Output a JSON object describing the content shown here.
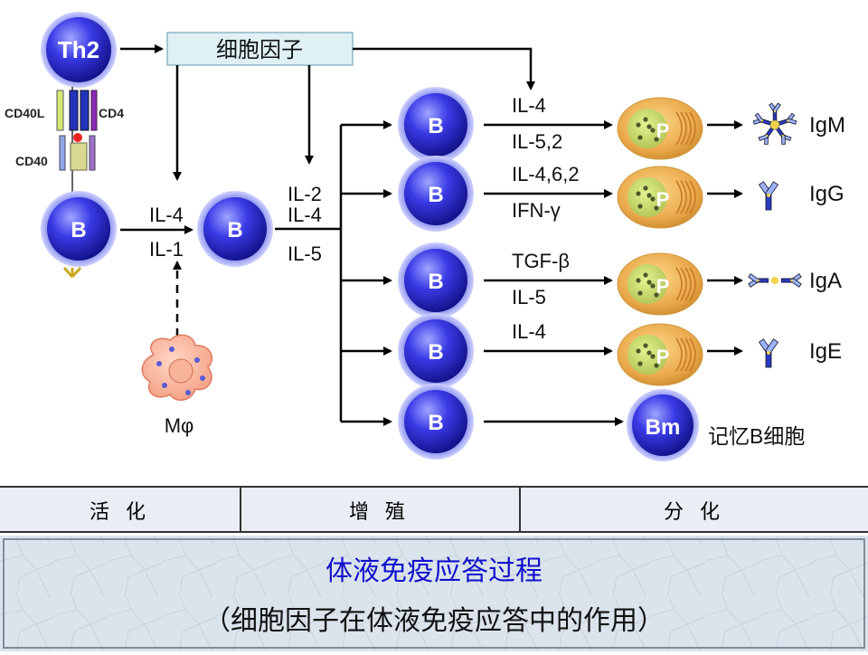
{
  "th2": {
    "label": "Th2"
  },
  "cytokine_box": {
    "label": "细胞因子"
  },
  "receptors": {
    "cd40l": "CD40L",
    "cd4": "CD4",
    "cd40": "CD40"
  },
  "b_cell_label": "B",
  "plasma_label": "P",
  "memory_label": "Bm",
  "memory_caption": "记忆B细胞",
  "activation": {
    "il_top": "IL-4",
    "il_bottom": "IL-1"
  },
  "macrophage": {
    "label": "Mφ"
  },
  "proliferation": {
    "il_a": "IL-2",
    "il_b": "IL-4",
    "il_c": "IL-5"
  },
  "rows": [
    {
      "top": "IL-4",
      "bottom": "IL-5,2",
      "ig": "IgM"
    },
    {
      "top": "IL-4,6,2",
      "bottom": "IFN-γ",
      "ig": "IgG"
    },
    {
      "top": "TGF-β",
      "bottom": "IL-5",
      "ig": "IgA"
    },
    {
      "top": "IL-4",
      "bottom": "",
      "ig": "IgE"
    }
  ],
  "stages": [
    "活 化",
    "增 殖",
    "分 化"
  ],
  "footer": {
    "title": "体液免疫应答过程",
    "subtitle": "（细胞因子在体液免疫应答中的作用）"
  },
  "colors": {
    "b_cell": "#2a2ad8",
    "plasma": "#e8a94a",
    "stage_bar": "#e9eef4",
    "footer_bg": "#dbe4ec",
    "title": "#1111cc",
    "box_fill": "#dff1f5",
    "box_stroke": "#8ab8c8"
  }
}
